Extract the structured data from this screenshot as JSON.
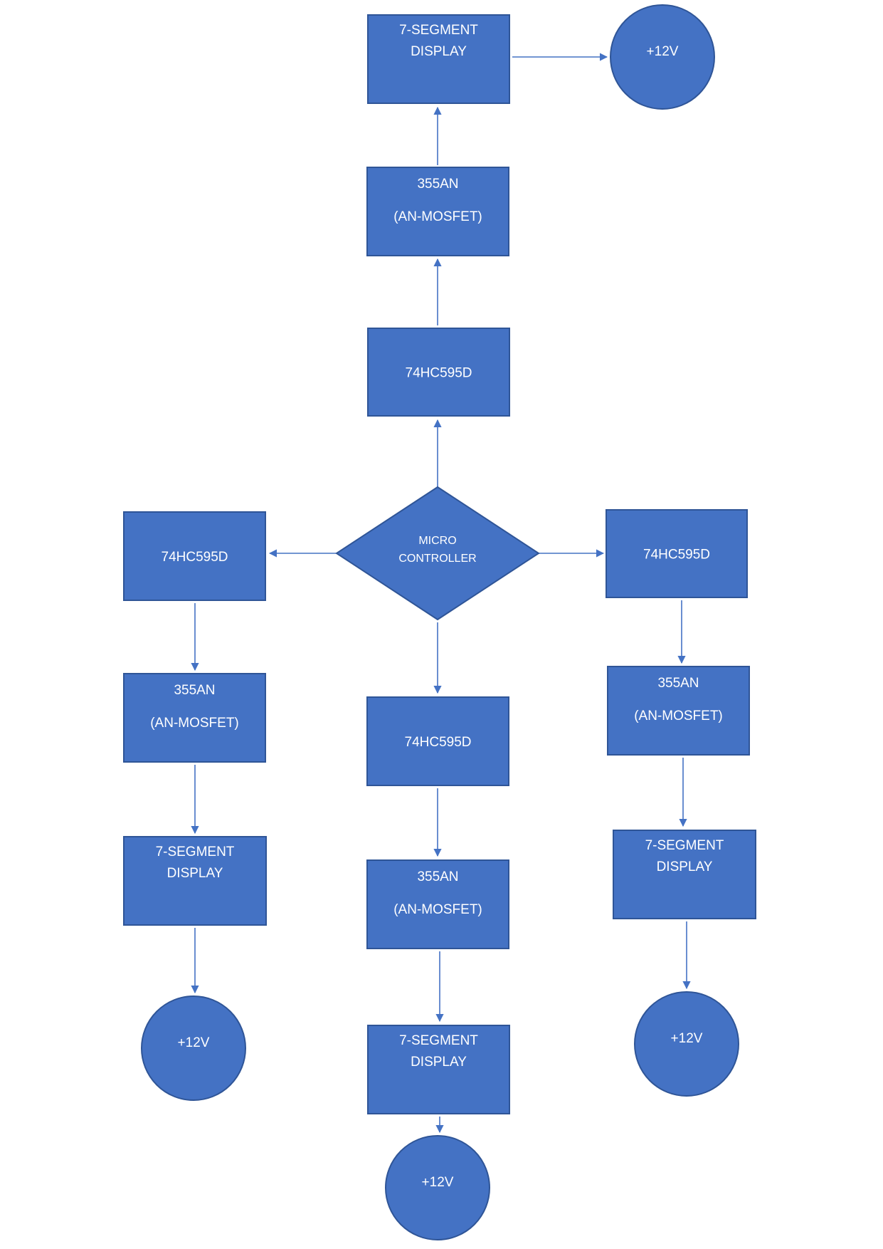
{
  "diagram": {
    "nodes": {
      "micro": {
        "lines": [
          "MICRO",
          "CONTROLLER"
        ]
      },
      "top_shift": {
        "lines": [
          "74HC595D"
        ]
      },
      "top_mosfet": {
        "lines": [
          "355AN",
          "(AN-MOSFET)"
        ]
      },
      "top_display": {
        "lines": [
          "7-SEGMENT",
          "DISPLAY"
        ]
      },
      "top_power": {
        "lines": [
          "+12V"
        ]
      },
      "left_shift": {
        "lines": [
          "74HC595D"
        ]
      },
      "left_mosfet": {
        "lines": [
          "355AN",
          "(AN-MOSFET)"
        ]
      },
      "left_display": {
        "lines": [
          "7-SEGMENT",
          "DISPLAY"
        ]
      },
      "left_power": {
        "lines": [
          "+12V"
        ]
      },
      "mid_shift": {
        "lines": [
          "74HC595D"
        ]
      },
      "mid_mosfet": {
        "lines": [
          "355AN",
          "(AN-MOSFET)"
        ]
      },
      "mid_display": {
        "lines": [
          "7-SEGMENT",
          "DISPLAY"
        ]
      },
      "mid_power": {
        "lines": [
          "+12V"
        ]
      },
      "right_shift": {
        "lines": [
          "74HC595D"
        ]
      },
      "right_mosfet": {
        "lines": [
          "355AN",
          "(AN-MOSFET)"
        ]
      },
      "right_display": {
        "lines": [
          "7-SEGMENT",
          "DISPLAY"
        ]
      },
      "right_power": {
        "lines": [
          "+12V"
        ]
      }
    },
    "edges": [
      [
        "micro",
        "top_shift"
      ],
      [
        "top_shift",
        "top_mosfet"
      ],
      [
        "top_mosfet",
        "top_display"
      ],
      [
        "top_display",
        "top_power"
      ],
      [
        "micro",
        "left_shift"
      ],
      [
        "left_shift",
        "left_mosfet"
      ],
      [
        "left_mosfet",
        "left_display"
      ],
      [
        "left_display",
        "left_power"
      ],
      [
        "micro",
        "mid_shift"
      ],
      [
        "mid_shift",
        "mid_mosfet"
      ],
      [
        "mid_mosfet",
        "mid_display"
      ],
      [
        "mid_display",
        "mid_power"
      ],
      [
        "micro",
        "right_shift"
      ],
      [
        "right_shift",
        "right_mosfet"
      ],
      [
        "right_mosfet",
        "right_display"
      ],
      [
        "right_display",
        "right_power"
      ]
    ],
    "colors": {
      "fill": "#4472C4",
      "stroke": "#2F5597",
      "text": "#FFFFFF"
    }
  }
}
